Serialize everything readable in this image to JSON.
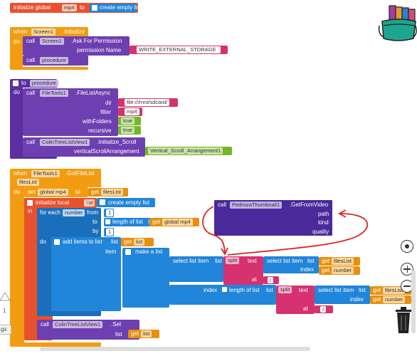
{
  "global_var": {
    "initialize": "initialize global",
    "name": "mp4",
    "to": "to",
    "create": "create empty list"
  },
  "screen_init": {
    "when": "when",
    "component": "Screen1",
    "event": ".Initialize",
    "do": "do",
    "call1": "call",
    "call1_comp": "Screen1",
    "call1_method": ".Ask For Permission",
    "perm_label": "permission Name",
    "perm_value": "WRITE_EXTERNAL_STORAGE",
    "call2": "call",
    "call2_proc": "procedure"
  },
  "procedure": {
    "to": "to",
    "name": "procedure",
    "do": "do",
    "call": "call",
    "comp": "FileTools1",
    "method": ".FileListAsync",
    "dir_label": "dir",
    "dir_value": "file:///mnt/sdcard/",
    "filter_label": "filter",
    "filter_value": "mp4",
    "withfolders_label": "withFolders",
    "withfolders_value": "true",
    "recursive_label": "recursive",
    "recursive_value": "true",
    "call2": "call",
    "comp2": "ColinTreeListView1",
    "method2": ".Initialize_Scroll",
    "scroll_label": "verticalScrollArrangement",
    "scroll_value": "Vertical_Scroll_Arrangement1"
  },
  "gotfile": {
    "when": "when",
    "comp": "FileTools1",
    "event": ".GotFileList",
    "param": "filesList",
    "do": "do",
    "set": "set",
    "setvar": "global mp4",
    "to": "to",
    "get": "get",
    "getvar": "filesList",
    "initlocal": "initialize local",
    "localname": "list",
    "localto": "to",
    "localcreate": "create empty list",
    "in": "in",
    "foreach": "for each",
    "number": "number",
    "from": "from",
    "from_val": "1",
    "to2": "to",
    "lengthof": "length of list",
    "list": "list",
    "get2": "get",
    "getvar2": "global mp4",
    "by": "by",
    "by_val": "1",
    "do2": "do",
    "additems": "add items to list",
    "list2": "list",
    "get3": "get",
    "getvar3": "list",
    "item": "item",
    "makealist": "make a list",
    "select1": "select list item",
    "list3": "list",
    "split1": "split",
    "text1": "text",
    "select1b": "select list item",
    "list3b": "list",
    "get4": "get",
    "getvar4": "filesList",
    "index1": "index",
    "get5": "get",
    "getvar5": "number",
    "at1": "at",
    "at1_val": "/",
    "index2": "index",
    "lengthof2": "length of list",
    "list4": "list",
    "split2": "split",
    "text2": "text",
    "select2": "select list item",
    "list5": "list",
    "get6": "get",
    "getvar6": "filesList",
    "index3": "index",
    "get7": "get",
    "getvar7": "number",
    "at2": "at",
    "at2_val": "/",
    "call3": "call",
    "comp3": "ColinTreeListView1",
    "method3": ".Set",
    "list6": "list",
    "get8": "get",
    "getvar8": "list"
  },
  "floating": {
    "call": "call",
    "comp": "PedrozaThumbnail1",
    "method": ".GetFromVideo",
    "path": "path",
    "kind": "kind",
    "quality": "quality"
  },
  "side": {
    "warn_count": "1",
    "tags": "gs"
  }
}
